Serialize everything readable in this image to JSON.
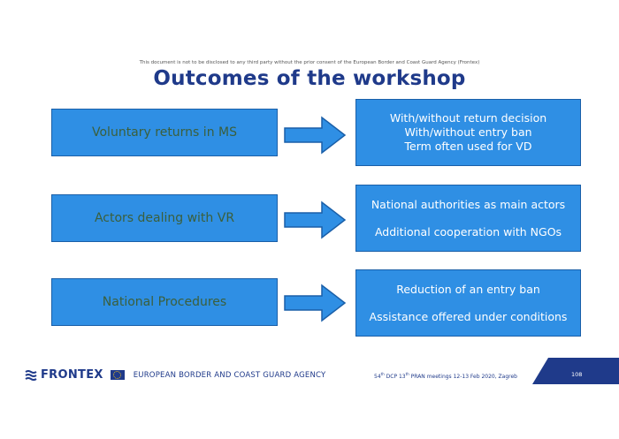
{
  "disclaimer": "This document is not to be disclosed to any third party without the prior consent of the European Border and Coast Guard Agency (Frontex)",
  "title": "Outcomes of the workshop",
  "rows": [
    {
      "topic": "Voluntary returns in MS",
      "outcomes": [
        "With/without return decision",
        "With/without entry ban",
        "Term often used for VD"
      ]
    },
    {
      "topic": "Actors dealing with VR",
      "outcomes": [
        "National authorities as main actors",
        "Additional cooperation with NGOs"
      ]
    },
    {
      "topic": "National Procedures",
      "outcomes": [
        "Reduction of an entry ban",
        "Assistance offered under conditions"
      ]
    }
  ],
  "footer": {
    "brand": "FRONTEX",
    "agency": "EUROPEAN BORDER AND COAST GUARD AGENCY",
    "meeting_prefix": "54",
    "meeting_sup1": "th",
    "meeting_mid": " DCP 13",
    "meeting_sup2": "th",
    "meeting_suffix": " PRAN meetings 12-13 Feb 2020, Zagreb",
    "page_number": "108"
  },
  "colors": {
    "box_fill": "#2f8fe4",
    "title": "#1f3a8a",
    "topic_text": "#3b5f3b"
  },
  "icons": [
    "right-arrow-icon",
    "frontex-wave-icon",
    "eu-flag-icon"
  ]
}
